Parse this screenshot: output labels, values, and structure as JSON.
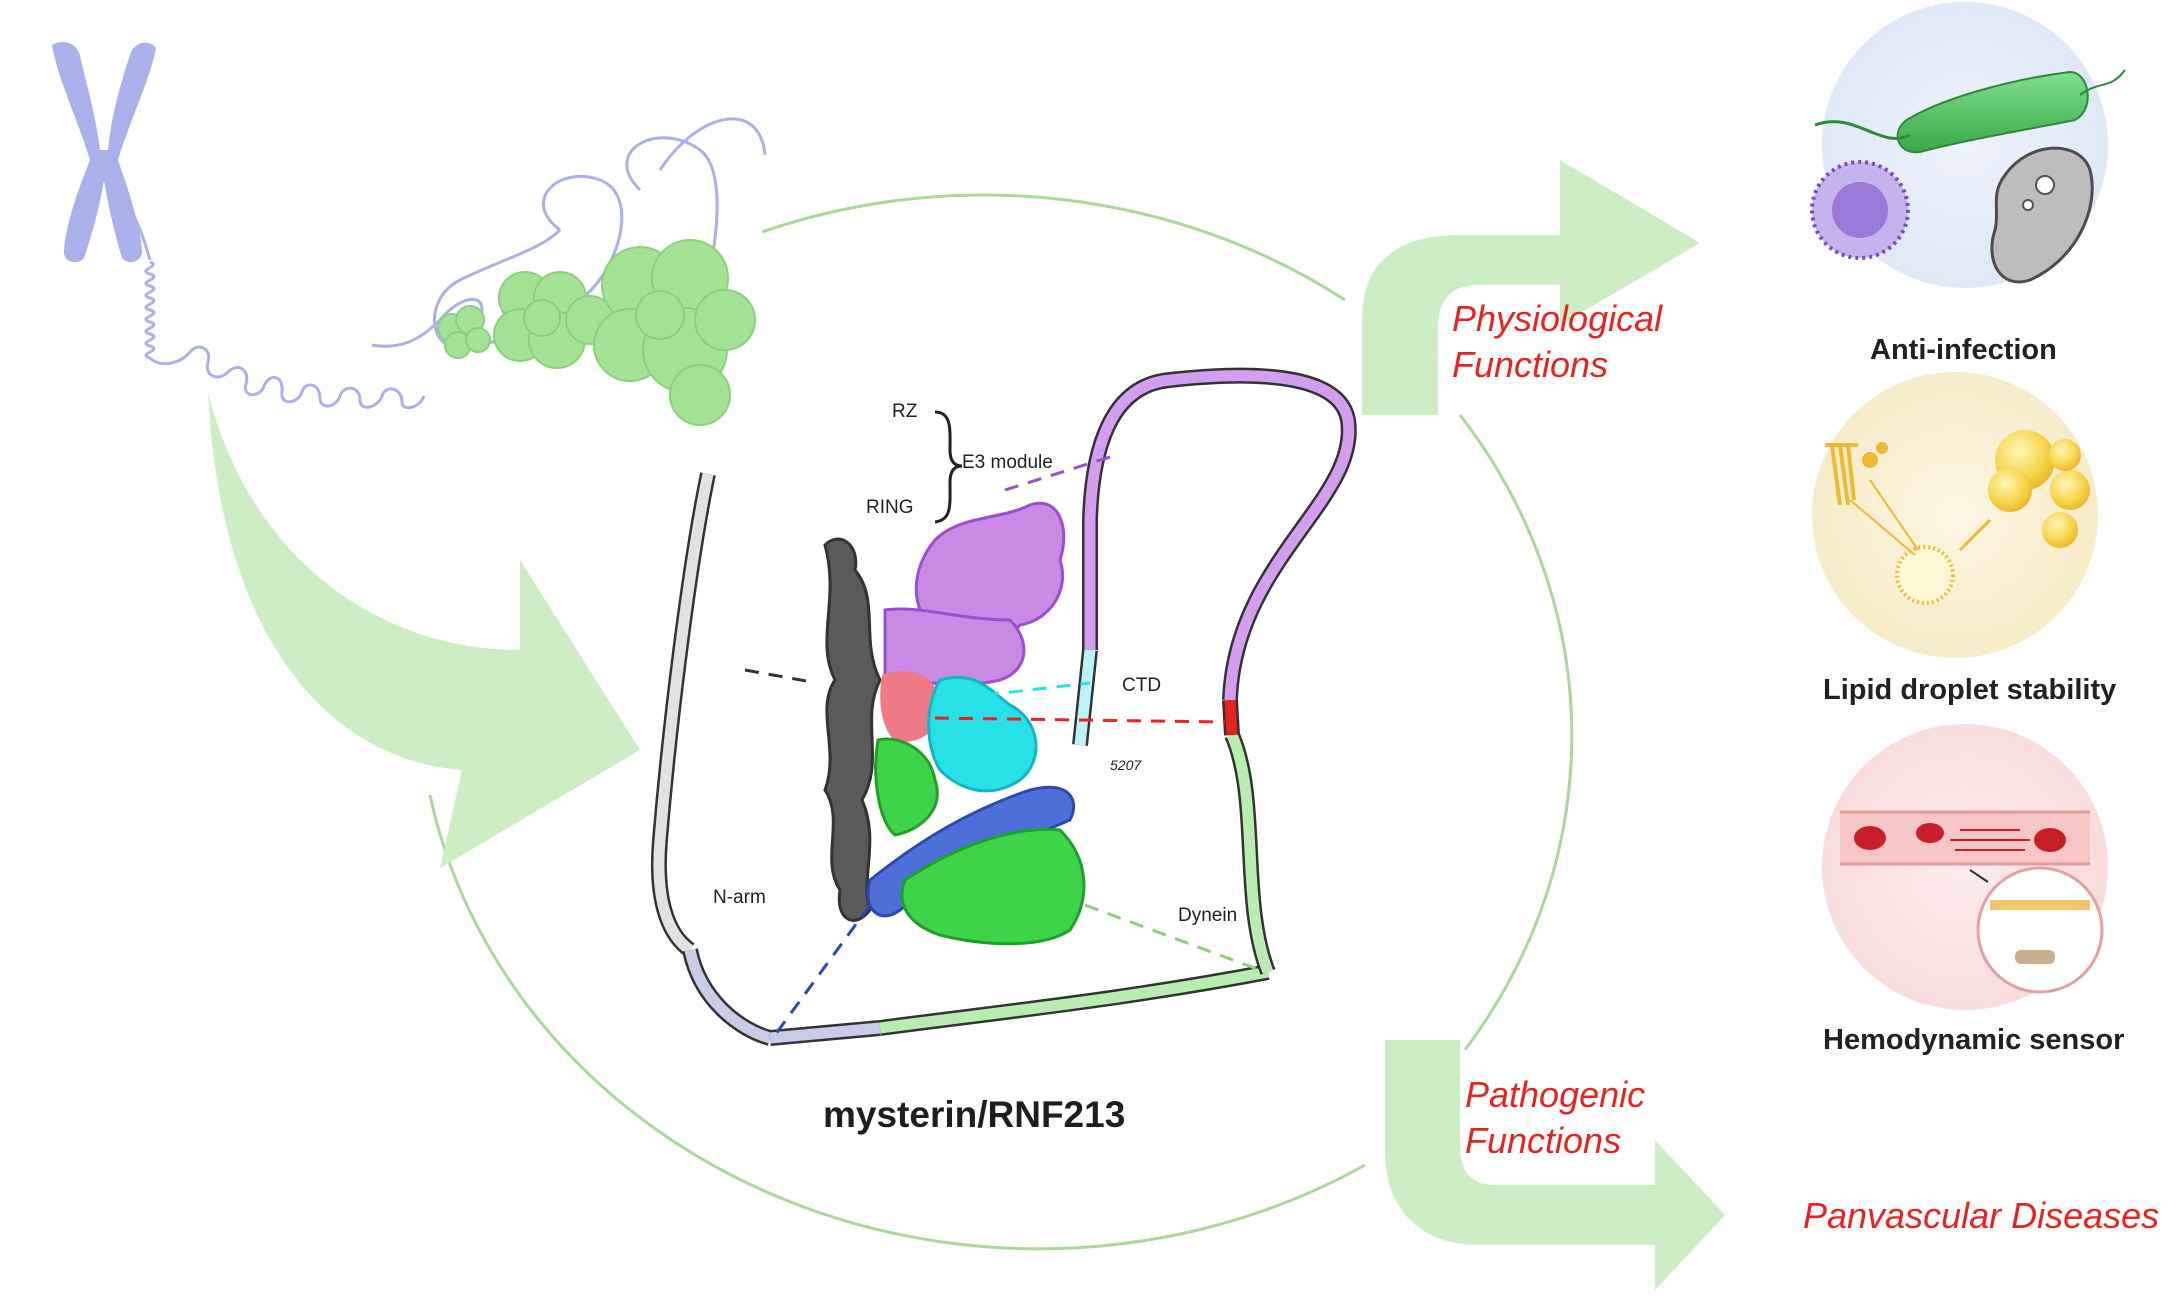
{
  "center_title": "mysterin/RNF213",
  "domains": {
    "rz": "RZ",
    "e3_module": "E3 module",
    "ring": "RING",
    "ctd": "CTD",
    "site": "5207",
    "n_arm": "N-arm",
    "dynein": "Dynein"
  },
  "branches": {
    "physiological": [
      "Physiological",
      "Functions"
    ],
    "pathogenic": [
      "Pathogenic",
      "Functions"
    ]
  },
  "outcomes": {
    "anti_infection": "Anti-infection",
    "lipid_droplet": "Lipid droplet stability",
    "hemodynamic": "Hemodynamic sensor",
    "panvascular": "Panvascular Diseases"
  },
  "colors": {
    "arrow_green": "#cdeec4",
    "circle_line": "#a9d99a",
    "chromosome_blue": "#a9b0ea",
    "nucleosome_green": "#a6e295",
    "accent_red": "#e8231f",
    "purple": "#c98ae6",
    "cyan": "#28e0e8",
    "green": "#3fd34a",
    "blue": "#4f6fd8",
    "gray_dark": "#5a5a5a"
  }
}
